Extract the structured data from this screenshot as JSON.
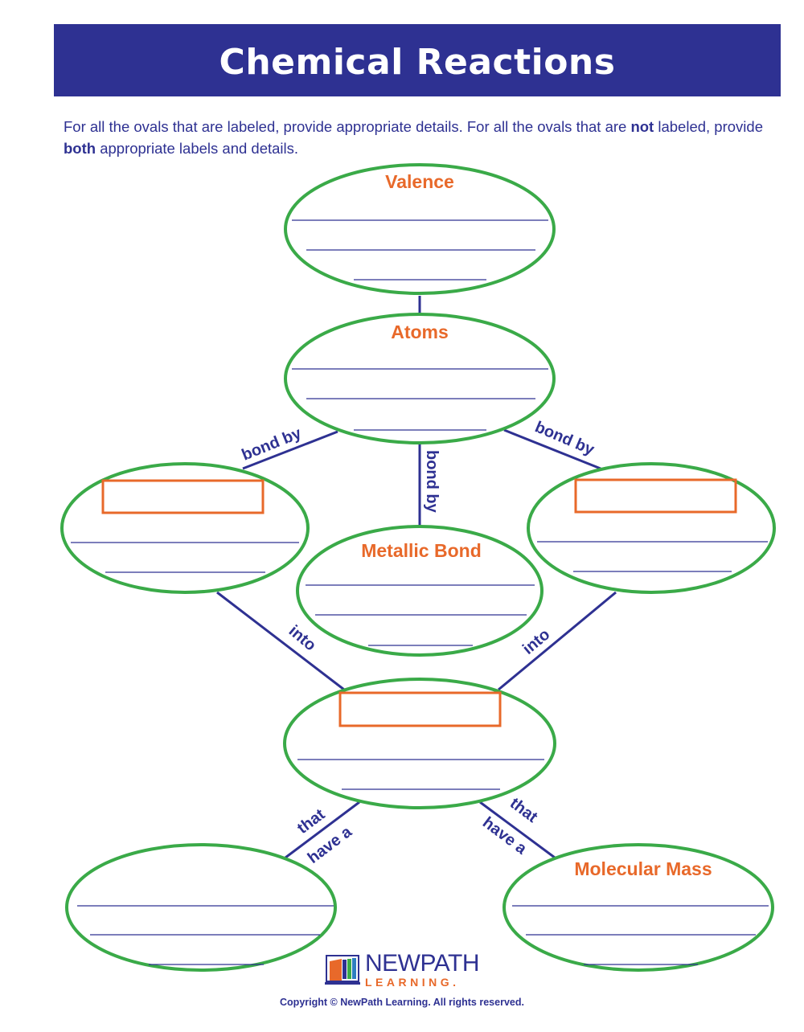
{
  "header": {
    "title": "Chemical Reactions"
  },
  "instructions": {
    "part1": "For all the ovals that are labeled, provide appropriate details.  For all the ovals that are ",
    "bold1": "not",
    "part2": " labeled, provide ",
    "bold2": "both",
    "part3": " appropriate labels and details."
  },
  "ovals": {
    "valence": {
      "label": "Valence"
    },
    "atoms": {
      "label": "Atoms"
    },
    "left_bond": {
      "label": ""
    },
    "right_bond": {
      "label": ""
    },
    "metallic_bond": {
      "label": "Metallic Bond"
    },
    "compounds": {
      "label": ""
    },
    "bottom_left": {
      "label": ""
    },
    "molecular_mass": {
      "label": "Molecular Mass"
    }
  },
  "links": {
    "bond_by_left": "bond by",
    "bond_by_center": "bond by",
    "bond_by_right": "bond by",
    "into_left": "into",
    "into_right": "into",
    "that_left": "that",
    "have_a_left": "have a",
    "that_right": "that",
    "have_a_right": "have a"
  },
  "footer": {
    "logo_top": "NEWPATH",
    "logo_bottom": "LEARNING.",
    "copyright": "Copyright © NewPath Learning.  All rights reserved."
  },
  "colors": {
    "banner": "#2e3192",
    "oval_stroke": "#3aaa48",
    "label_orange": "#e8692a",
    "line_navy": "#2e3192"
  }
}
